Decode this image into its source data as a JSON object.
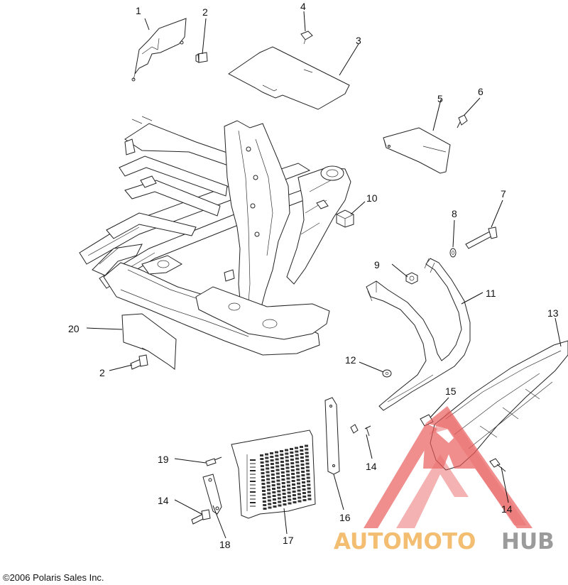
{
  "diagram": {
    "callouts": [
      {
        "id": "c1",
        "text": "1"
      },
      {
        "id": "c2a",
        "text": "2"
      },
      {
        "id": "c3",
        "text": "3"
      },
      {
        "id": "c4",
        "text": "4"
      },
      {
        "id": "c5",
        "text": "5"
      },
      {
        "id": "c6",
        "text": "6"
      },
      {
        "id": "c7",
        "text": "7"
      },
      {
        "id": "c8",
        "text": "8"
      },
      {
        "id": "c9",
        "text": "9"
      },
      {
        "id": "c10",
        "text": "10"
      },
      {
        "id": "c11",
        "text": "11"
      },
      {
        "id": "c12",
        "text": "12"
      },
      {
        "id": "c13",
        "text": "13"
      },
      {
        "id": "c14a",
        "text": "14"
      },
      {
        "id": "c14b",
        "text": "14"
      },
      {
        "id": "c14c",
        "text": "14"
      },
      {
        "id": "c15",
        "text": "15"
      },
      {
        "id": "c16",
        "text": "16"
      },
      {
        "id": "c17",
        "text": "17"
      },
      {
        "id": "c18",
        "text": "18"
      },
      {
        "id": "c19",
        "text": "19"
      },
      {
        "id": "c20",
        "text": "20"
      },
      {
        "id": "c2b",
        "text": "2"
      }
    ],
    "copyright": "©2006 Polaris Sales Inc."
  },
  "watermark": {
    "word_part1": "AUTOMOTO",
    "word_part2": "HUB",
    "color_part1": "#f2b25a",
    "color_part2": "#8a8a8a",
    "triangle_color": "#e85a5a"
  },
  "colors": {
    "line": "#222222",
    "background": "#ffffff"
  }
}
